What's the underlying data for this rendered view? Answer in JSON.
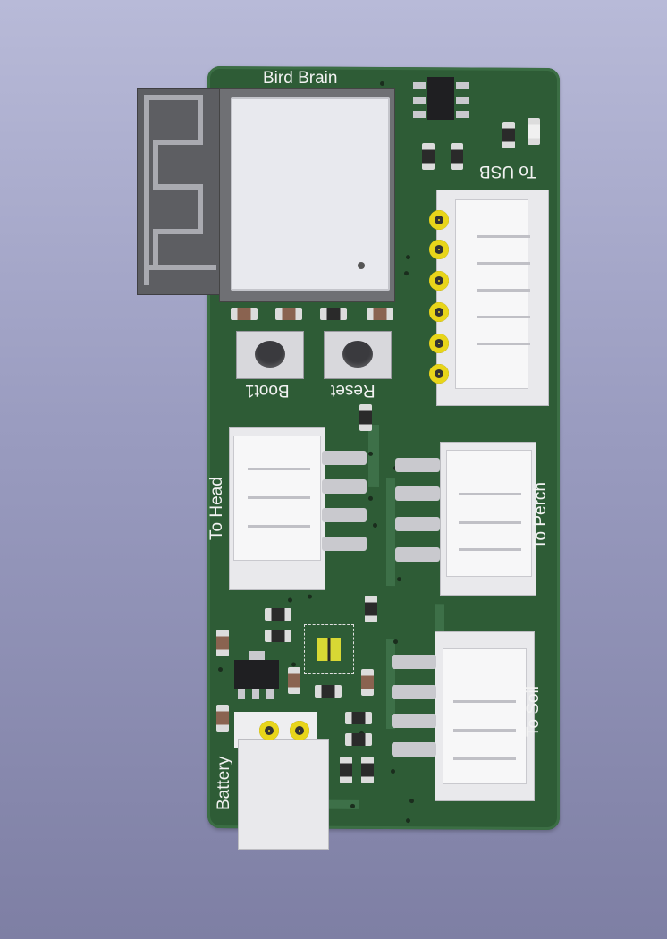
{
  "board": {
    "silkscreen": {
      "title": "Bird Brain",
      "to_usb": "To USB",
      "boot": "Boot1",
      "reset": "Reset",
      "to_head": "To Head",
      "to_perch": "To Perch",
      "to_soil": "To Soil",
      "battery": "Battery"
    }
  },
  "colors": {
    "pcb_green": "#2e5c36",
    "background": "#9a9cc0",
    "pad_gold": "#e8d51a",
    "connector_white": "#e9e9ec"
  },
  "icons": {
    "module": "esp32-module-icon",
    "antenna": "pcb-antenna-icon"
  }
}
